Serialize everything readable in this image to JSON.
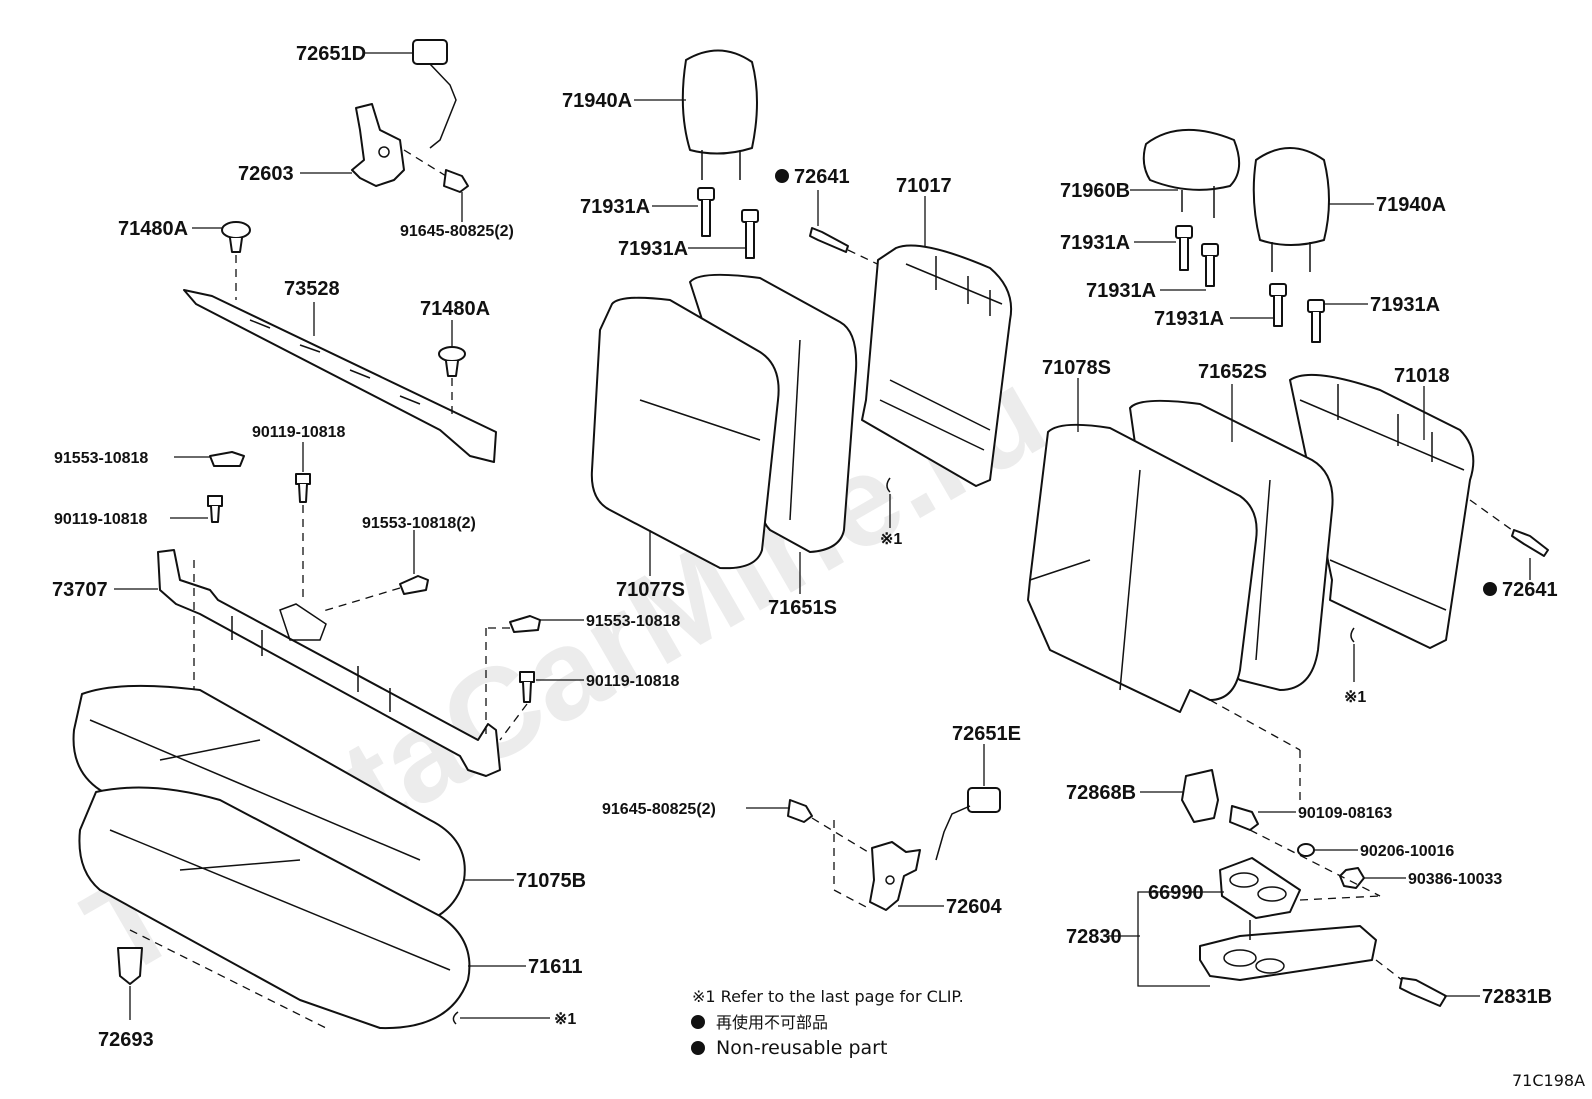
{
  "watermark": "ToyotaCarMine.ru",
  "figure_code": "71C198A",
  "labels": {
    "p72651D": "72651D",
    "p72603": "72603",
    "p91645_top": "91645-80825(2)",
    "p71480A_left": "71480A",
    "p73528": "73528",
    "p71480A_right": "71480A",
    "p91553_a": "91553-10818",
    "p90119_a": "90119-10818",
    "p90119_b": "90119-10818",
    "p91553_b": "91553-10818(2)",
    "p73707": "73707",
    "p91553_c": "91553-10818",
    "p90119_c": "90119-10818",
    "p71075B": "71075B",
    "p71611": "71611",
    "p72693": "72693",
    "p71940A_left": "71940A",
    "p71931A_1": "71931A",
    "p71931A_2": "71931A",
    "p72641_top": "72641",
    "p71017": "71017",
    "p71077S": "71077S",
    "p71651S": "71651S",
    "clip1": "※1",
    "clip2": "※1",
    "clip3": "※1",
    "p91645_bottom": "91645-80825(2)",
    "p72651E": "72651E",
    "p72604": "72604",
    "p71960B": "71960B",
    "p71940A_right": "71940A",
    "p71931A_3": "71931A",
    "p71931A_4": "71931A",
    "p71931A_5": "71931A",
    "p71931A_6": "71931A",
    "p71078S": "71078S",
    "p71652S": "71652S",
    "p71018": "71018",
    "p72641_right": "72641",
    "p72868B": "72868B",
    "p90109": "90109-08163",
    "p90206": "90206-10016",
    "p90386": "90386-10033",
    "p66990": "66990",
    "p72830": "72830",
    "p72831B": "72831B"
  },
  "notes": {
    "clip_ref": "※1 Refer to the last page for CLIP.",
    "nonreuse_jp": "再使用不可部品",
    "nonreuse_en": "Non-reusable part"
  }
}
